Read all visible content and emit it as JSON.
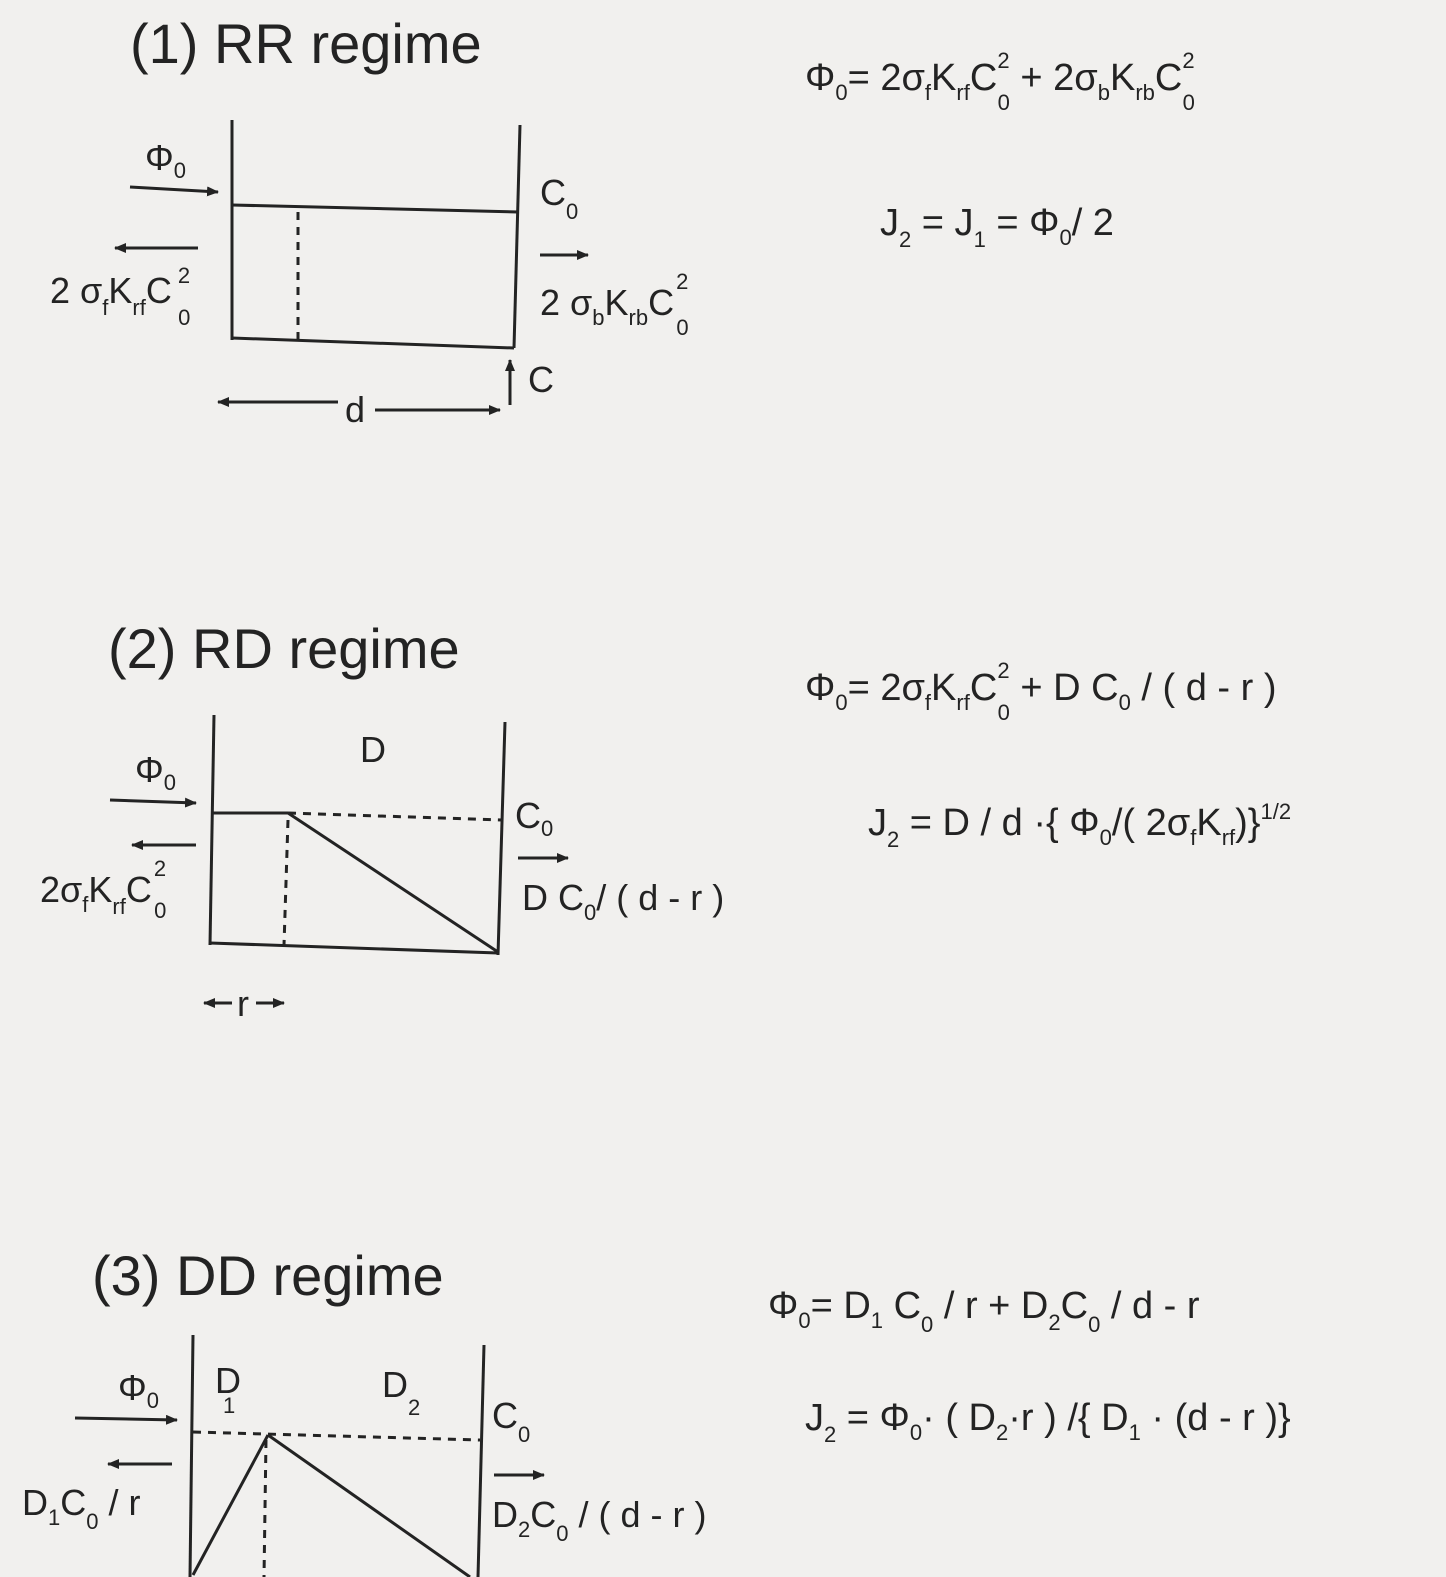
{
  "colors": {
    "background": "#f1f0ee",
    "ink": "#232323"
  },
  "regimes": [
    {
      "title": "(1)  RR regime",
      "eq1": {
        "lhs": "Φ",
        "lhs_sub": "0",
        "text": "= 2σ",
        "s1": "f",
        "k": "K",
        "s2": "rf",
        "c": "C",
        "sup": "2",
        "s3": "0",
        "plus": " + 2σ",
        "s4": "b",
        "k2": "K",
        "s5": "rb",
        "c2": "C",
        "sup2": "2",
        "s6": "0"
      },
      "eq2": {
        "j2": "J",
        "j2s": "2",
        "eqj1": " = J",
        "j1s": "1",
        "rest": " = Φ",
        "phs": "0",
        "tail": "/ 2"
      },
      "phi": "Φ",
      "phi_sub": "0",
      "back_flux": {
        "pre": "2 σ",
        "s1": "f",
        "k": "K",
        "s2": "rf",
        "c": "C",
        "sup": "2",
        "sub": "0"
      },
      "c0": "C",
      "c0_sub": "0",
      "fwd_flux": {
        "pre": "2 σ",
        "s1": "b",
        "k": "K",
        "s2": "rb",
        "c": "C",
        "sup": "2",
        "sub": "0"
      },
      "c_label": "C",
      "d_label": "d"
    },
    {
      "title": "(2)  RD regime",
      "eq1": {
        "lhs": "Φ",
        "lhs_sub": "0",
        "text": "= 2σ",
        "s1": "f",
        "k": "K",
        "s2": "rf",
        "c": "C",
        "sup": "2",
        "s3": "0",
        "rest": " + D C",
        "s4": "0",
        "tail": " / ( d - r )"
      },
      "eq2": {
        "j2": "J",
        "j2s": "2",
        "rest": " = D / d ·{ Φ",
        "phs": "0",
        "mid": "/( 2σ",
        "s1": "f",
        "k": "K",
        "s2": "rf",
        "close": ")}",
        "sup": "1/2"
      },
      "d_label": "D",
      "phi": "Φ",
      "phi_sub": "0",
      "back_flux": {
        "pre": "2σ",
        "s1": "f",
        "k": "K",
        "s2": "rf",
        "c": "C",
        "sup": "2",
        "sub": "0"
      },
      "c0": "C",
      "c0_sub": "0",
      "fwd_flux": {
        "pre": "D C",
        "sub": "0",
        "tail": "/ ( d - r )"
      },
      "r_label": "r"
    },
    {
      "title": "(3)  DD regime",
      "eq1": {
        "lhs": "Φ",
        "lhs_sub": "0",
        "a": "= D",
        "a_s": "1",
        "b": " C",
        "b_s": "0",
        "c": " / r + D",
        "c_s": "2",
        "d": "C",
        "d_s": "0",
        "tail": " / d - r"
      },
      "eq2": {
        "j2": "J",
        "j2s": "2",
        "a": " = Φ",
        "a_s": "0",
        "b": "· ( D",
        "b_s": "2",
        "c": "·r ) /{ D",
        "c_s": "1",
        "tail": " · (d - r )}"
      },
      "d1": "D",
      "d1_sub": "1",
      "d2": "D",
      "d2_sub": "2",
      "phi": "Φ",
      "phi_sub": "0",
      "back_flux": {
        "pre": "D",
        "s1": "1",
        "c": "C",
        "s2": "0",
        "tail": " / r"
      },
      "c0": "C",
      "c0_sub": "0",
      "fwd_flux": {
        "pre": "D",
        "s1": "2",
        "c": "C",
        "s2": "0",
        "tail": " / ( d - r )"
      }
    }
  ]
}
